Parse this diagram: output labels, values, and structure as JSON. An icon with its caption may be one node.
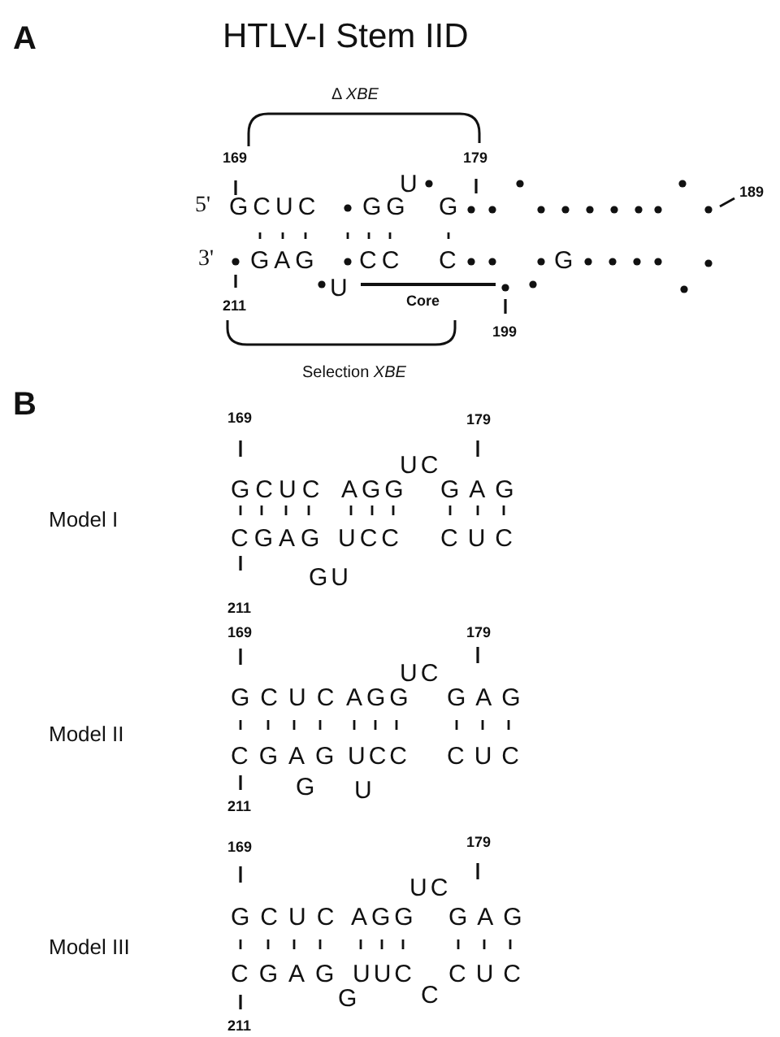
{
  "diagram": {
    "title": "HTLV-I Stem IID",
    "labels": [
      "A",
      "Δ *XBE*",
      "169",
      "179",
      "U",
      "5'",
      "GCUC",
      "GG",
      "G",
      "189",
      "3'",
      "GAG",
      "CC",
      "C",
      "G",
      "U",
      "211",
      "Core",
      "199",
      "Selection *XBE*",
      "B",
      "169",
      "179",
      "UC",
      "GCUC",
      "AGG",
      "GAG",
      "Model I",
      "CGAG",
      "UCC",
      "CUC",
      "GU",
      "211",
      "169",
      "179",
      "UC",
      "GCUC",
      "AGG",
      "GAG",
      "Model II",
      "CGAG",
      "UCC",
      "CUC",
      "G",
      "U",
      "211",
      "169",
      "179",
      "UC",
      "GCUC",
      "AGG",
      "GAG",
      "Model III",
      "CGAG",
      "UUC",
      "CUC",
      "G",
      "C",
      "211"
    ]
  }
}
